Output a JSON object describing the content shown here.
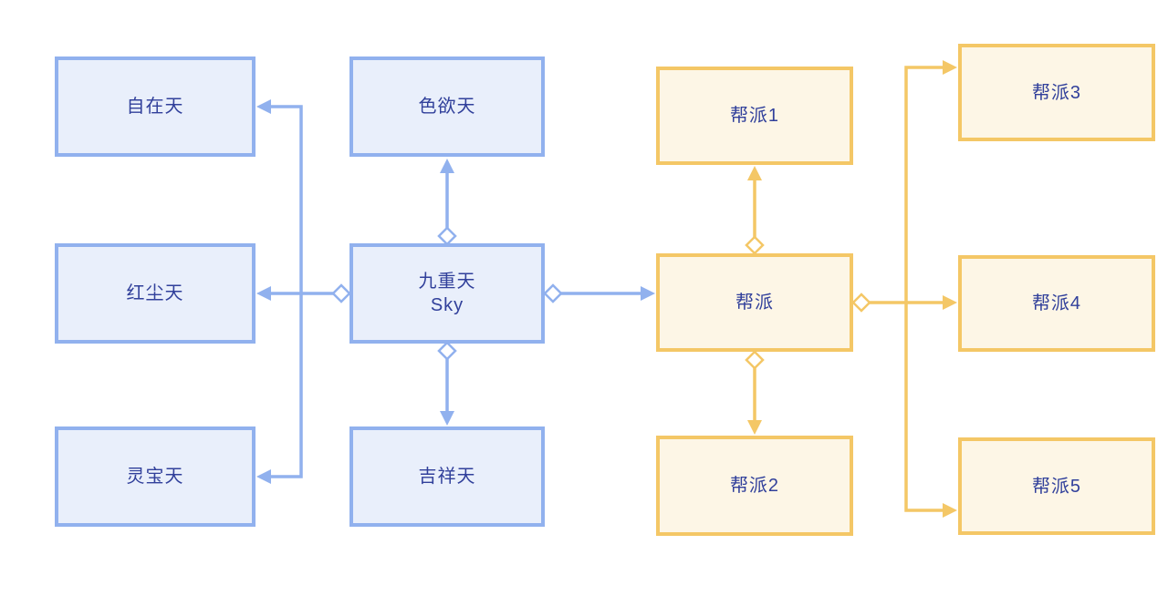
{
  "diagram": {
    "palette": {
      "blue_border": "#91b1ee",
      "blue_fill": "#e9effb",
      "yellow_border": "#f4c766",
      "yellow_fill": "#fdf6e6",
      "text_color": "#31409b",
      "background": "#ffffff"
    },
    "nodes": [
      {
        "id": "zizaitian",
        "label": "自在天",
        "color": "blue"
      },
      {
        "id": "seyutian",
        "label": "色欲天",
        "color": "blue"
      },
      {
        "id": "hongchentian",
        "label": "红尘天",
        "color": "blue"
      },
      {
        "id": "sky",
        "label": "九重天",
        "sublabel": "Sky",
        "color": "blue"
      },
      {
        "id": "lingbaotian",
        "label": "灵宝天",
        "color": "blue"
      },
      {
        "id": "jixiangtian",
        "label": "吉祥天",
        "color": "blue"
      },
      {
        "id": "bangpai1",
        "label": "帮派1",
        "color": "yellow"
      },
      {
        "id": "bangpai",
        "label": "帮派",
        "color": "yellow"
      },
      {
        "id": "bangpai2",
        "label": "帮派2",
        "color": "yellow"
      },
      {
        "id": "bangpai3",
        "label": "帮派3",
        "color": "yellow"
      },
      {
        "id": "bangpai4",
        "label": "帮派4",
        "color": "yellow"
      },
      {
        "id": "bangpai5",
        "label": "帮派5",
        "color": "yellow"
      }
    ],
    "edges": [
      {
        "from": "sky",
        "to": "seyutian",
        "color": "blue"
      },
      {
        "from": "sky",
        "to": "jixiangtian",
        "color": "blue"
      },
      {
        "from": "sky",
        "to": "hongchentian",
        "color": "blue"
      },
      {
        "from": "sky",
        "to": "zizaitian",
        "color": "blue"
      },
      {
        "from": "sky",
        "to": "lingbaotian",
        "color": "blue"
      },
      {
        "from": "sky",
        "to": "bangpai",
        "color": "blue"
      },
      {
        "from": "bangpai",
        "to": "bangpai1",
        "color": "yellow"
      },
      {
        "from": "bangpai",
        "to": "bangpai2",
        "color": "yellow"
      },
      {
        "from": "bangpai",
        "to": "bangpai3",
        "color": "yellow"
      },
      {
        "from": "bangpai",
        "to": "bangpai4",
        "color": "yellow"
      },
      {
        "from": "bangpai",
        "to": "bangpai5",
        "color": "yellow"
      }
    ]
  }
}
